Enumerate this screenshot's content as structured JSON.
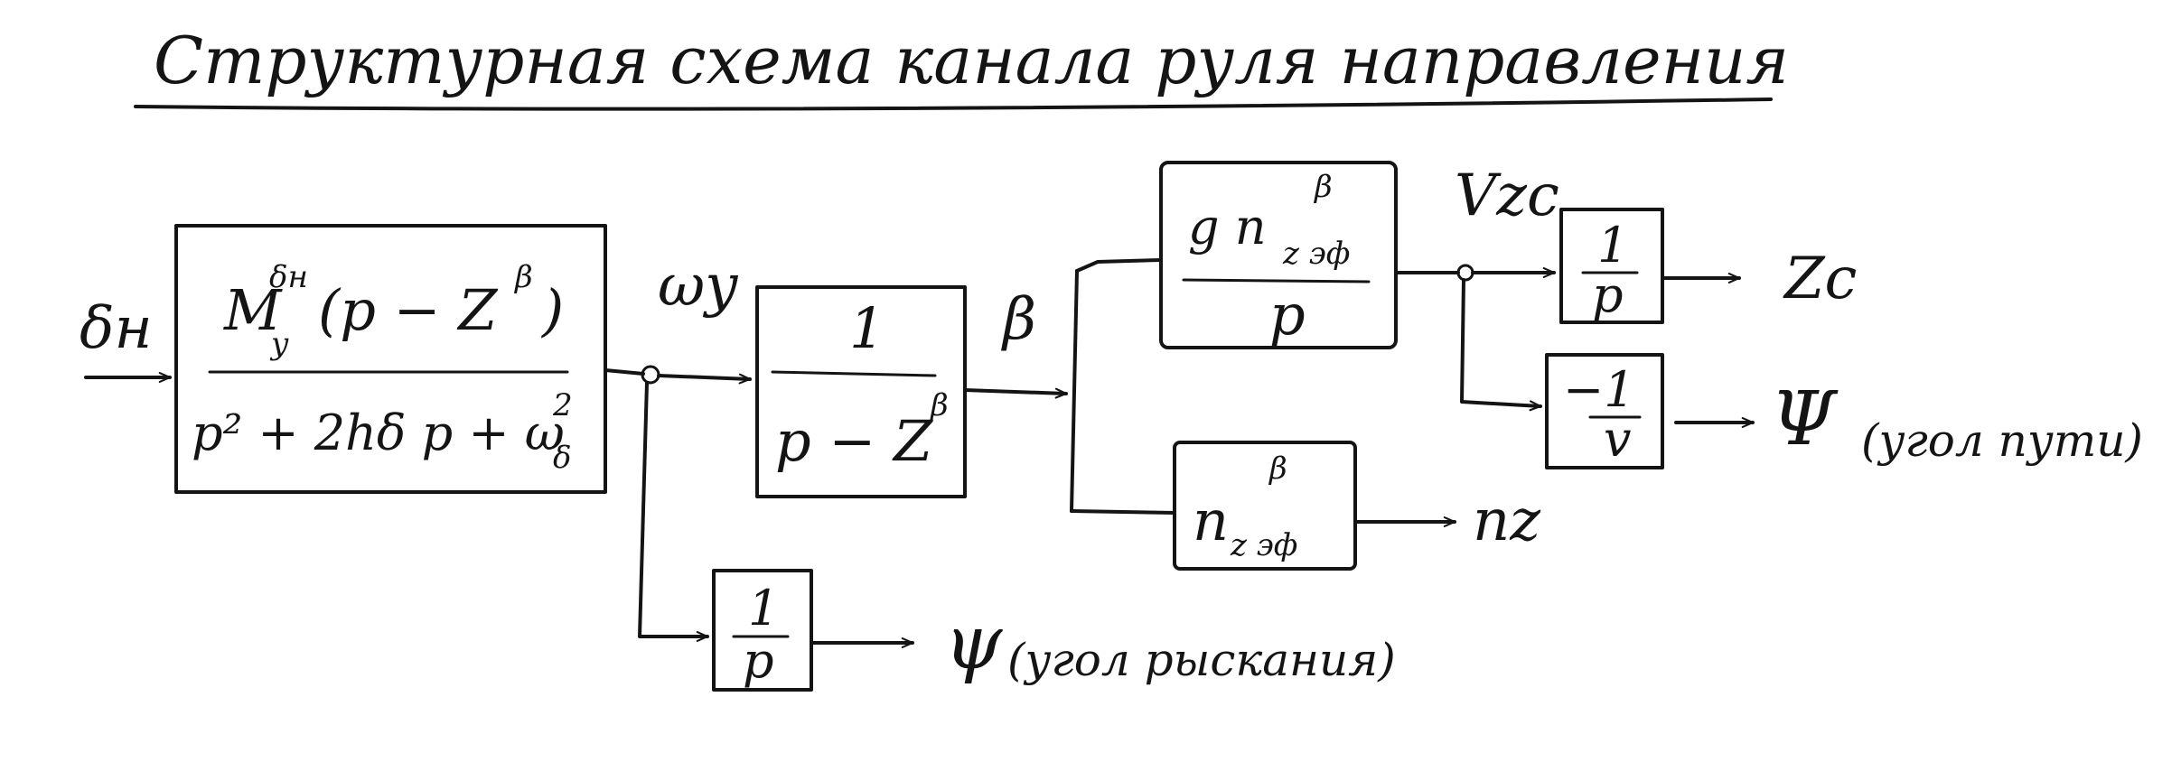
{
  "title": "Структурная схема канала руля направления",
  "signals": {
    "input": "δн",
    "omega": "ωy",
    "beta": "β",
    "vz": "Vzc",
    "zc": "Zc",
    "psi_path": "Ψ",
    "nz": "nz",
    "psi_yaw": "ψ"
  },
  "blocks": {
    "plant": {
      "num_main": "M",
      "num_sup": "δн",
      "num_sub": "y",
      "num_tail": "(p − Z",
      "num_tail_sup": "β",
      "num_close": ")",
      "den": "p² + 2hδ p + ω",
      "den_sup": "2",
      "den_sub": "δ"
    },
    "beta_tf": {
      "num": "1",
      "den": "p − Z",
      "den_sup": "β"
    },
    "g_nz": {
      "num": "g n",
      "num_sub": "z эф",
      "num_sup": "β",
      "den": "p"
    },
    "nz_gain": {
      "main": "n",
      "sub": "z эф",
      "sup": "β"
    },
    "integ_z": {
      "num": "1",
      "den": "p"
    },
    "gain_v": {
      "num": "−1",
      "den": "v"
    },
    "integ_yaw": {
      "num": "1",
      "den": "p"
    }
  },
  "annotations": {
    "psi_path": "(угол пути)",
    "psi_yaw": "(угол рыскания)"
  }
}
